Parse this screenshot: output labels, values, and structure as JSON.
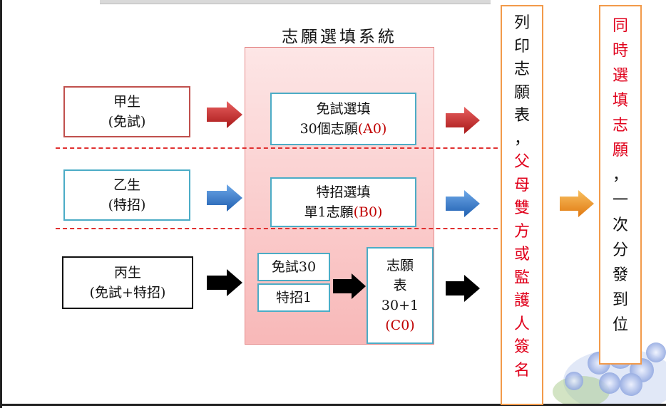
{
  "system_title": "志願選填系統",
  "students": [
    {
      "name": "甲生",
      "type": "(免試)"
    },
    {
      "name": "乙生",
      "type": "(特招)"
    },
    {
      "name": "丙生",
      "type": "(免試+特招)"
    }
  ],
  "processes": {
    "a": {
      "line1": "免試選填",
      "line2_prefix": "30個志願",
      "line2_code": "(A0)"
    },
    "b": {
      "line1": "特招選填",
      "line2_prefix": "單1志願",
      "line2_code": "(B0)"
    },
    "c_exempt": "免試30",
    "c_special": "特招1",
    "c_form": {
      "line1": "志願",
      "line2": "表",
      "line3": "30+1",
      "line4": "(C0)"
    }
  },
  "print_column": {
    "black_chars": [
      "列",
      "印",
      "志",
      "願",
      "表",
      "，"
    ],
    "red_chars": [
      "父",
      "母",
      "雙",
      "方",
      "或",
      "監",
      "護",
      "人",
      "簽",
      "名"
    ]
  },
  "result_column": {
    "red_chars": [
      "同",
      "時",
      "選",
      "填",
      "志",
      "願"
    ],
    "black_chars": [
      "，",
      "一",
      "次",
      "分",
      "發",
      "到",
      "位"
    ]
  },
  "colors": {
    "red_arrow": "#d03030",
    "blue_arrow": "#3a78c8",
    "black_arrow": "#000000",
    "orange_arrow": "#f4a030",
    "panel": "#f8b8b8",
    "text_red": "#e0001b"
  }
}
